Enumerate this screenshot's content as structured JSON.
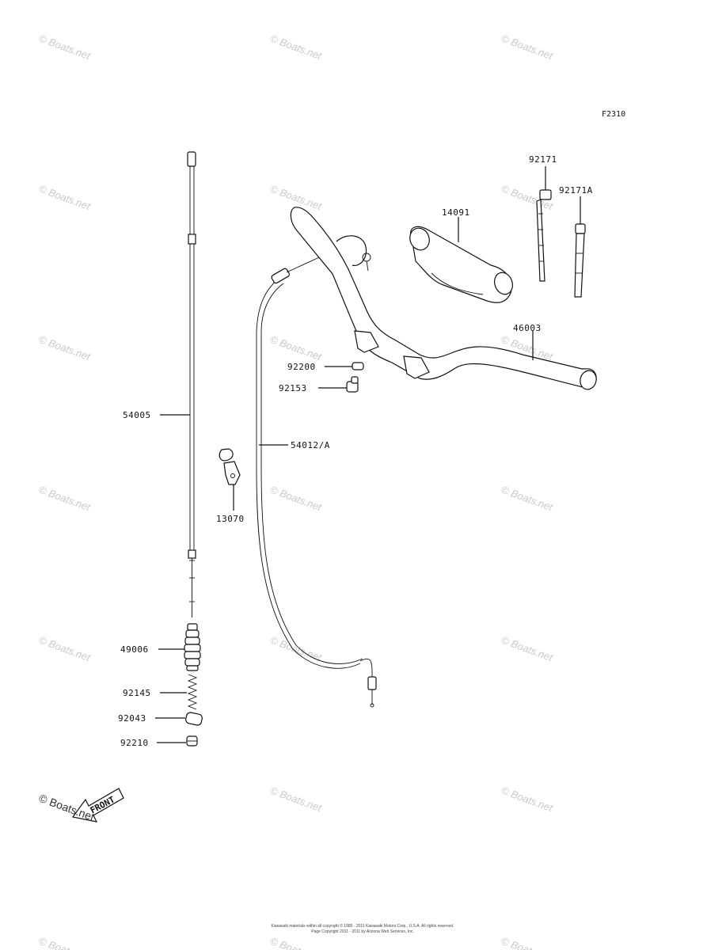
{
  "figure": {
    "code": "F2310"
  },
  "watermark": {
    "text": "© Boats.net"
  },
  "parts": [
    {
      "id": "p54005",
      "number": "54005"
    },
    {
      "id": "p49006",
      "number": "49006"
    },
    {
      "id": "p92145",
      "number": "92145"
    },
    {
      "id": "p92043",
      "number": "92043"
    },
    {
      "id": "p92210",
      "number": "92210"
    },
    {
      "id": "p13070",
      "number": "13070"
    },
    {
      "id": "p54012A",
      "number": "54012/A"
    },
    {
      "id": "p92200",
      "number": "92200"
    },
    {
      "id": "p92153",
      "number": "92153"
    },
    {
      "id": "p14091",
      "number": "14091"
    },
    {
      "id": "p92171",
      "number": "92171"
    },
    {
      "id": "p92171A",
      "number": "92171A"
    },
    {
      "id": "p46003",
      "number": "46003"
    }
  ],
  "front_arrow": {
    "label": "FRONT"
  },
  "logo": {
    "text": "© Boats.net"
  },
  "footer": {
    "line1": "Kawasaki materials within all copyright © 1985 - 2011 Kawasaki Motors Corp., U.S.A. All rights reserved.",
    "line2": "Page Copyright 2011 - 2011 by Arizona Web Services, Inc."
  }
}
